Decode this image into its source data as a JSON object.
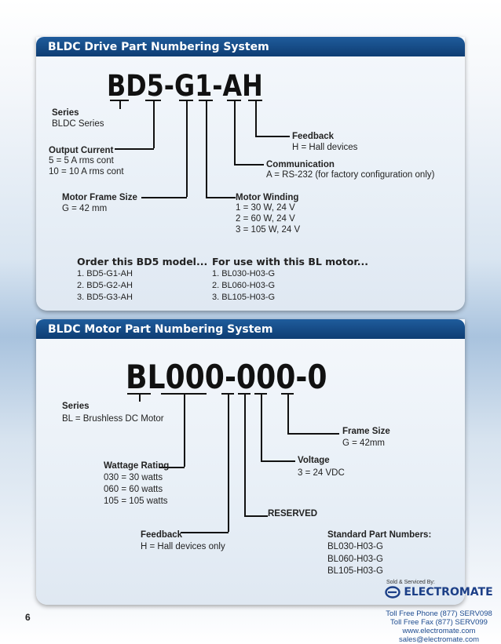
{
  "drive": {
    "title": "BLDC Drive Part Numbering System",
    "part_number": "BD5-G1-AH",
    "series": {
      "label": "Series",
      "value": "BLDC Series"
    },
    "output_current": {
      "label": "Output Current",
      "lines": [
        "5 = 5 A rms cont",
        "10 = 10 A rms cont"
      ]
    },
    "motor_frame_size": {
      "label": "Motor Frame Size",
      "value": "G = 42 mm"
    },
    "feedback": {
      "label": "Feedback",
      "value": "H = Hall devices"
    },
    "communication": {
      "label": "Communication",
      "value": "A = RS-232 (for factory configuration only)"
    },
    "motor_winding": {
      "label": "Motor Winding",
      "lines": [
        "1 = 30 W, 24 V",
        "2 = 60 W, 24 V",
        "3 = 105 W, 24 V"
      ]
    },
    "order": {
      "heading": "Order this BD5 model...",
      "items": [
        "1. BD5-G1-AH",
        "2. BD5-G2-AH",
        "3. BD5-G3-AH"
      ]
    },
    "use_with": {
      "heading": "For use with this BL motor...",
      "items": [
        "1. BL030-H03-G",
        "2. BL060-H03-G",
        "3. BL105-H03-G"
      ]
    }
  },
  "motor": {
    "title": "BLDC Motor Part Numbering System",
    "part_number": "BL000-000-0",
    "series": {
      "label": "Series",
      "value": "BL =  Brushless DC Motor"
    },
    "frame_size": {
      "label": "Frame Size",
      "value": "G = 42mm"
    },
    "voltage": {
      "label": "Voltage",
      "value": "3 = 24 VDC"
    },
    "wattage": {
      "label": "Wattage Rating",
      "lines": [
        "030 = 30 watts",
        "060 = 60 watts",
        "105 = 105 watts"
      ]
    },
    "reserved": {
      "label": "RESERVED"
    },
    "feedback": {
      "label": "Feedback",
      "value": "H = Hall devices only"
    },
    "standard": {
      "heading": "Standard Part Numbers:",
      "items": [
        "BL030-H03-G",
        "BL060-H03-G",
        "BL105-H03-G"
      ]
    }
  },
  "footer": {
    "page_number": "6",
    "sold_by": "Sold & Serviced By:",
    "vendor": "ELECTROMATE",
    "phone": "Toll Free Phone  (877) SERV098",
    "fax": "Toll Free Fax  (877) SERV099",
    "web": "www.electromate.com",
    "email": "sales@electromate.com"
  }
}
